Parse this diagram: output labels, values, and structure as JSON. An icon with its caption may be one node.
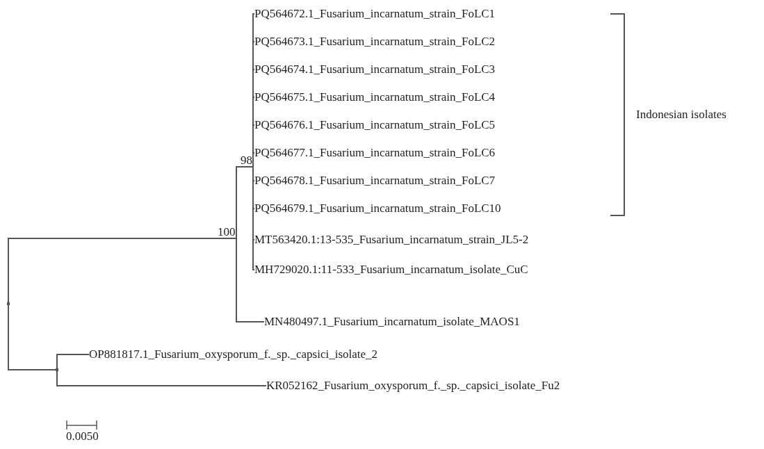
{
  "diagram": {
    "nodes": [
      {
        "text": [],
        "shape": "point"
      },
      {
        "text": [
          "100"
        ]
      },
      {
        "text": [
          "98"
        ]
      },
      {
        "text": [
          "PQ564672.1_Fusarium_incarnatum_strain_FoLC1"
        ]
      },
      {
        "text": [
          "PQ564673.1_Fusarium_incarnatum_strain_FoLC2"
        ]
      },
      {
        "text": [
          "PQ564674.1_Fusarium_incarnatum_strain_FoLC3"
        ]
      },
      {
        "text": [
          "PQ564675.1_Fusarium_incarnatum_strain_FoLC4"
        ]
      },
      {
        "text": [
          "PQ564676.1_Fusarium_incarnatum_strain_FoLC5"
        ]
      },
      {
        "text": [
          "PQ564677.1_Fusarium_incarnatum_strain_FoLC6"
        ]
      },
      {
        "text": [
          "PQ564678.1_Fusarium_incarnatum_strain_FoLC7"
        ]
      },
      {
        "text": [
          "PQ564679.1_Fusarium_incarnatum_strain_FoLC10"
        ]
      },
      {
        "text": [
          "MT563420.1:13-535_Fusarium_incarnatum_strain_JL5-2"
        ]
      },
      {
        "text": [
          "MH729020.1:11-533_Fusarium_incarnatum_isolate_CuC"
        ]
      },
      {
        "text": [
          "MN480497.1_Fusarium_incarnatum_isolate_MAOS1"
        ]
      },
      {
        "text": [],
        "shape": "point"
      },
      {
        "text": [
          "OP881817.1_Fusarium_oxysporum_f._sp._capsici_isolate_2"
        ]
      },
      {
        "text": [
          "KR052162_Fusarium_oxysporum_f._sp._capsici_isolate_Fu2"
        ]
      }
    ],
    "edges": [
      {
        "from": 0,
        "to": 1,
        "arrow": "none"
      },
      {
        "from": 0,
        "to": 14,
        "arrow": "none"
      },
      {
        "from": 1,
        "to": 2,
        "arrow": "none"
      },
      {
        "from": 1,
        "to": 13,
        "arrow": "none"
      },
      {
        "from": 2,
        "to": 3,
        "arrow": "none"
      },
      {
        "from": 2,
        "to": 4,
        "arrow": "none"
      },
      {
        "from": 2,
        "to": 5,
        "arrow": "none"
      },
      {
        "from": 2,
        "to": 6,
        "arrow": "none"
      },
      {
        "from": 2,
        "to": 7,
        "arrow": "none"
      },
      {
        "from": 2,
        "to": 8,
        "arrow": "none"
      },
      {
        "from": 2,
        "to": 9,
        "arrow": "none"
      },
      {
        "from": 2,
        "to": 10,
        "arrow": "none"
      },
      {
        "from": 2,
        "to": 11,
        "arrow": "none"
      },
      {
        "from": 2,
        "to": 12,
        "arrow": "none"
      },
      {
        "from": 14,
        "to": 15,
        "arrow": "none"
      },
      {
        "from": 14,
        "to": 16,
        "arrow": "none"
      }
    ],
    "labels": [
      "Indonesian isolates",
      "0.0050"
    ]
  }
}
